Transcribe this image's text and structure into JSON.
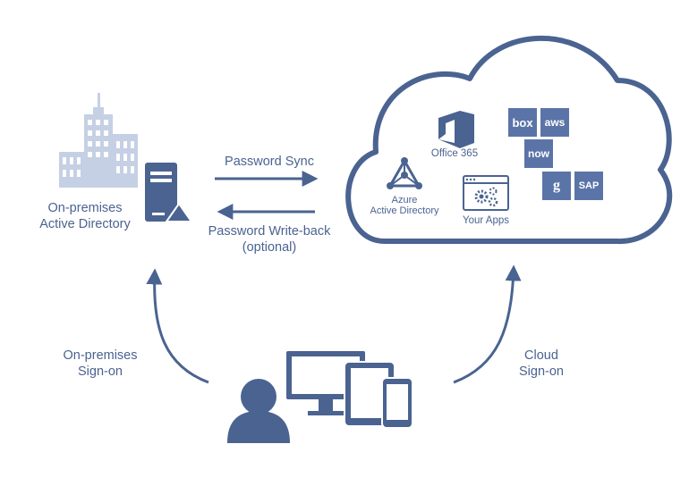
{
  "onprem": {
    "line1": "On-premises",
    "line2": "Active Directory"
  },
  "sync": {
    "password_sync": "Password  Sync",
    "writeback_line1": "Password  Write-back",
    "writeback_line2": "(optional)"
  },
  "cloud": {
    "office365": "Office 365",
    "azure_line1": "Azure",
    "azure_line2": "Active Directory",
    "your_apps": "Your Apps",
    "tiles": {
      "box": "box",
      "aws": "aws",
      "now": "now",
      "google": "g",
      "sap": "SAP"
    }
  },
  "signon": {
    "onprem_line1": "On-premises",
    "onprem_line2": "Sign-on",
    "cloud_line1": "Cloud",
    "cloud_line2": "Sign-on"
  },
  "colors": {
    "primary": "#4a6391",
    "light": "#c5d0e4",
    "accent_red": "#d9472b"
  }
}
